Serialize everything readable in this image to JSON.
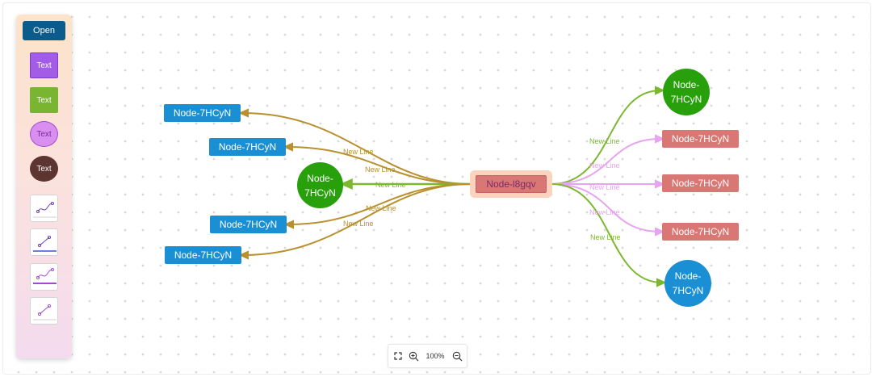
{
  "toolbar": {
    "open_label": "Open",
    "shapes": [
      {
        "label": "Text",
        "kind": "rect",
        "color": "#a35ce8"
      },
      {
        "label": "Text",
        "kind": "rect",
        "color": "#79b531"
      },
      {
        "label": "Text",
        "kind": "circle",
        "color": "#d98ff0"
      },
      {
        "label": "Text",
        "kind": "circle",
        "color": "#5c3430"
      }
    ],
    "line_tools": [
      "curve-line-icon",
      "straight-line-icon",
      "curve-line-underline-icon",
      "straight-line-icon"
    ]
  },
  "diagram": {
    "root": {
      "label": "Node-l8gqv",
      "color": "#d97774"
    },
    "left_nodes": [
      {
        "label": "Node-7HCyN",
        "shape": "rect",
        "color": "#1b8fd3"
      },
      {
        "label": "Node-7HCyN",
        "shape": "rect",
        "color": "#1b8fd3"
      },
      {
        "label": "Node-7HCyN",
        "shape": "circle",
        "color": "#28a00c"
      },
      {
        "label": "Node-7HCyN",
        "shape": "rect",
        "color": "#1b8fd3"
      },
      {
        "label": "Node-7HCyN",
        "shape": "rect",
        "color": "#1b8fd3"
      }
    ],
    "right_nodes": [
      {
        "label": "Node-7HCyN",
        "shape": "circle",
        "color": "#28a00c"
      },
      {
        "label": "Node-7HCyN",
        "shape": "rect",
        "color": "#d97774"
      },
      {
        "label": "Node-7HCyN",
        "shape": "rect",
        "color": "#d97774"
      },
      {
        "label": "Node-7HCyN",
        "shape": "rect",
        "color": "#d97774"
      },
      {
        "label": "Node-7HCyN",
        "shape": "circle",
        "color": "#1b8fd3"
      }
    ],
    "edges": [
      {
        "label": "New Line",
        "color": "#b8902e"
      },
      {
        "label": "New Line",
        "color": "#b8902e"
      },
      {
        "label": "New Line",
        "color": "#7cb82f"
      },
      {
        "label": "New Line",
        "color": "#b8902e"
      },
      {
        "label": "New Line",
        "color": "#b8902e"
      },
      {
        "label": "New Line",
        "color": "#7cb82f"
      },
      {
        "label": "New Line",
        "color": "#e7a4ef"
      },
      {
        "label": "New Line",
        "color": "#e7a4ef"
      },
      {
        "label": "New Line",
        "color": "#e7a4ef"
      },
      {
        "label": "New Line",
        "color": "#7cb82f"
      }
    ]
  },
  "zoom": {
    "level": "100%"
  }
}
